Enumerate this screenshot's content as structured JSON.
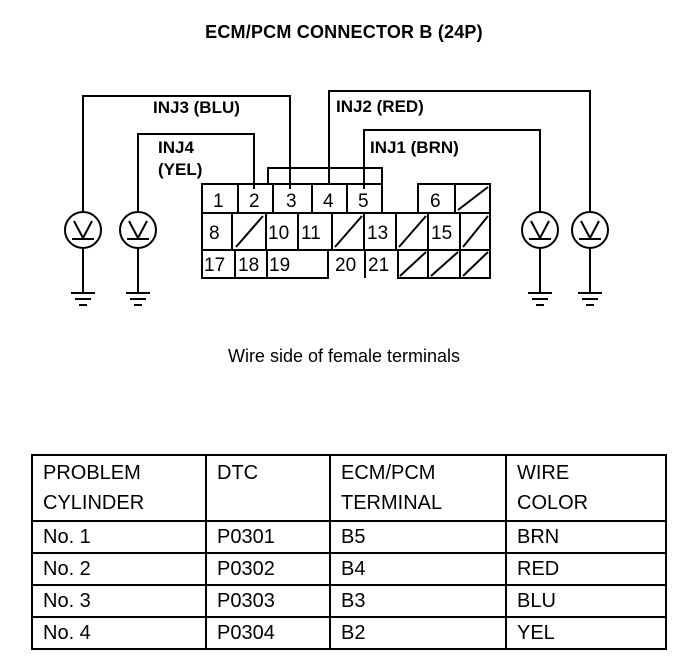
{
  "title": "ECM/PCM CONNECTOR B (24P)",
  "caption": "Wire side of female terminals",
  "wires": {
    "inj1": "INJ1 (BRN)",
    "inj2": "INJ2 (RED)",
    "inj3": "INJ3 (BLU)",
    "inj4_line1": "INJ4",
    "inj4_line2": "(YEL)"
  },
  "connector": {
    "row1": [
      "1",
      "2",
      "3",
      "4",
      "5",
      "",
      "6",
      "/"
    ],
    "row2": [
      "8",
      "/",
      "10",
      "11",
      "/",
      "13",
      "/",
      "15",
      "/",
      "/"
    ],
    "row3": [
      "17",
      "18",
      "19",
      "20",
      "21",
      "/",
      "/",
      "/",
      "/"
    ]
  },
  "table": {
    "headers": [
      [
        "PROBLEM",
        "CYLINDER"
      ],
      [
        "DTC",
        ""
      ],
      [
        "ECM/PCM",
        "TERMINAL"
      ],
      [
        "WIRE",
        "COLOR"
      ]
    ],
    "rows": [
      [
        "No. 1",
        "P0301",
        "B5",
        "BRN"
      ],
      [
        "No. 2",
        "P0302",
        "B4",
        "RED"
      ],
      [
        "No. 3",
        "P0303",
        "B3",
        "BLU"
      ],
      [
        "No. 4",
        "P0304",
        "B2",
        "YEL"
      ]
    ]
  }
}
